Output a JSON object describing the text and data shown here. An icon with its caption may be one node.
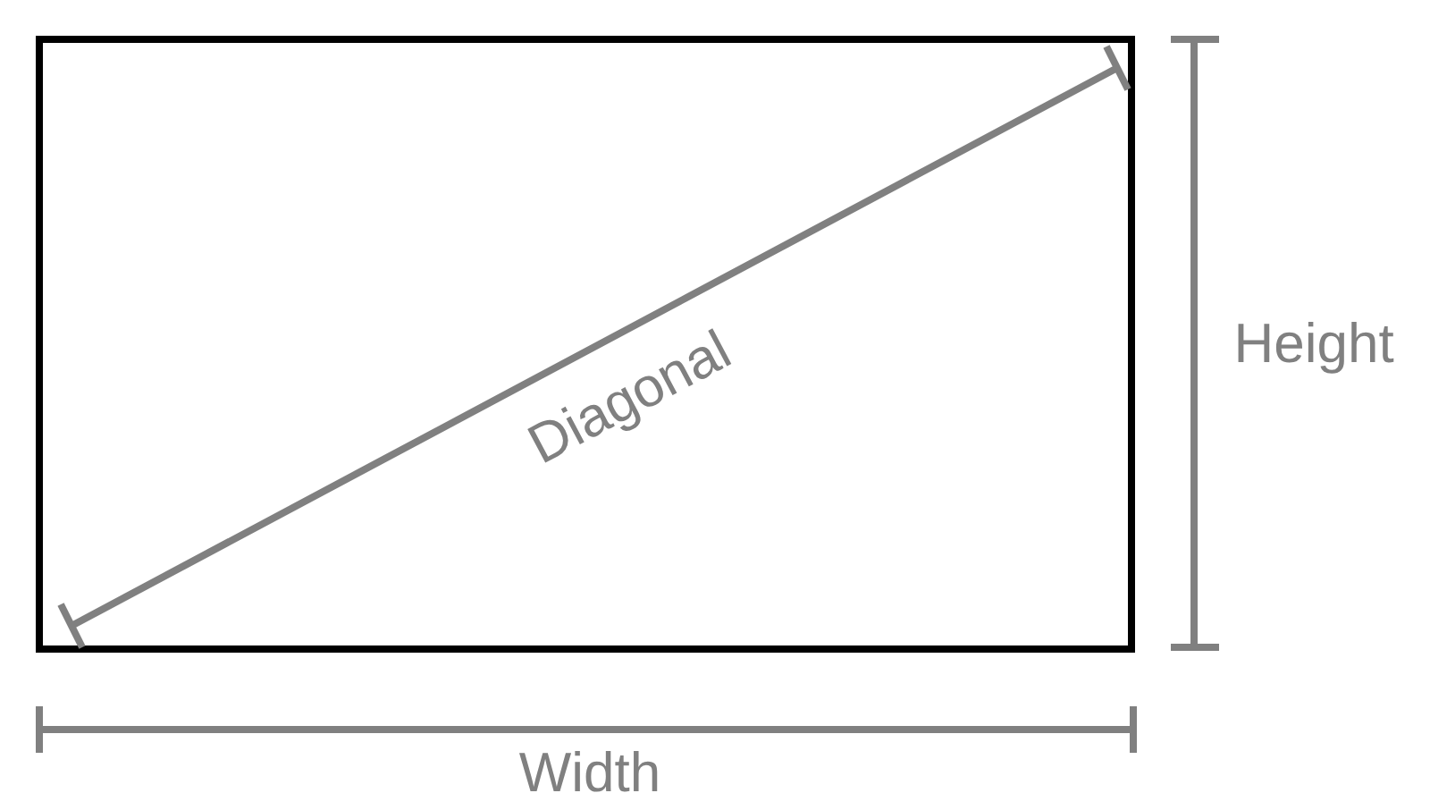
{
  "diagram": {
    "labels": [
      "Diagonal",
      "Height",
      "Width"
    ]
  }
}
